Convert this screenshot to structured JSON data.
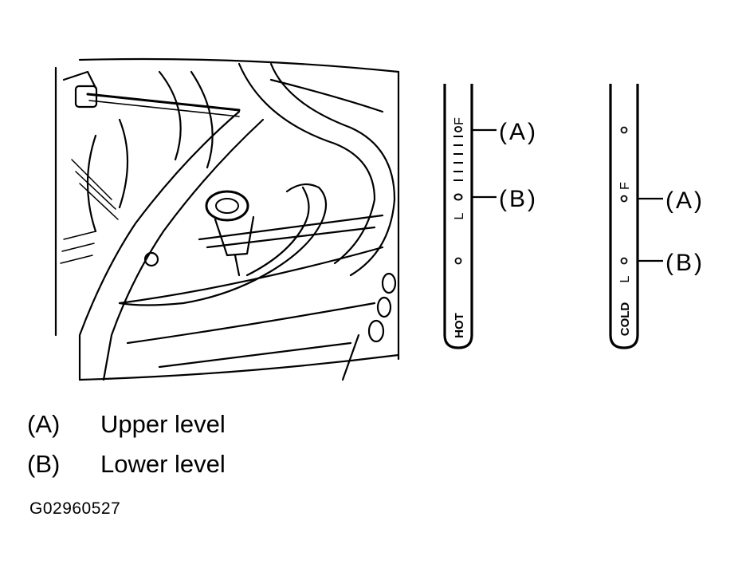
{
  "hot_stick": {
    "temp_label": "HOT",
    "mark_full": "F",
    "mark_low": "L",
    "callouts": [
      "(A)",
      "(B)"
    ]
  },
  "cold_stick": {
    "temp_label": "COLD",
    "mark_full": "F",
    "mark_low": "L",
    "callouts": [
      "(A)",
      "(B)"
    ]
  },
  "legend": [
    {
      "key": "(A)",
      "text": "Upper level"
    },
    {
      "key": "(B)",
      "text": "Lower level"
    }
  ],
  "figure_id": "G02960527"
}
